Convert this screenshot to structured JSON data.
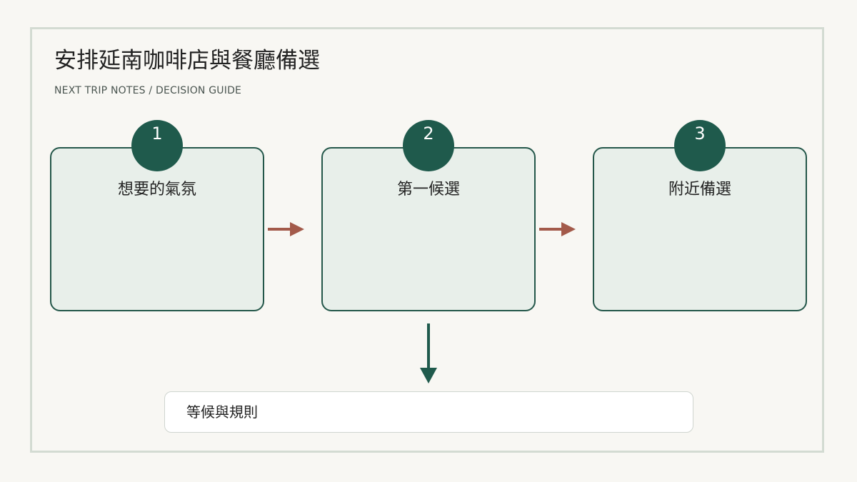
{
  "header": {
    "title": "安排延南咖啡店與餐廳備選",
    "subtitle": "NEXT TRIP NOTES  /  DECISION GUIDE"
  },
  "steps": [
    {
      "number": "1",
      "label": "想要的氣氛"
    },
    {
      "number": "2",
      "label": "第一候選"
    },
    {
      "number": "3",
      "label": "附近備選"
    }
  ],
  "note": {
    "label": "等候與規則"
  },
  "colors": {
    "accent_dark_green": "#1f5a4c",
    "card_fill": "#e8efea",
    "arrow_rust": "#a35a4a",
    "background": "#f8f7f3",
    "frame_border": "#d3dbd2"
  }
}
